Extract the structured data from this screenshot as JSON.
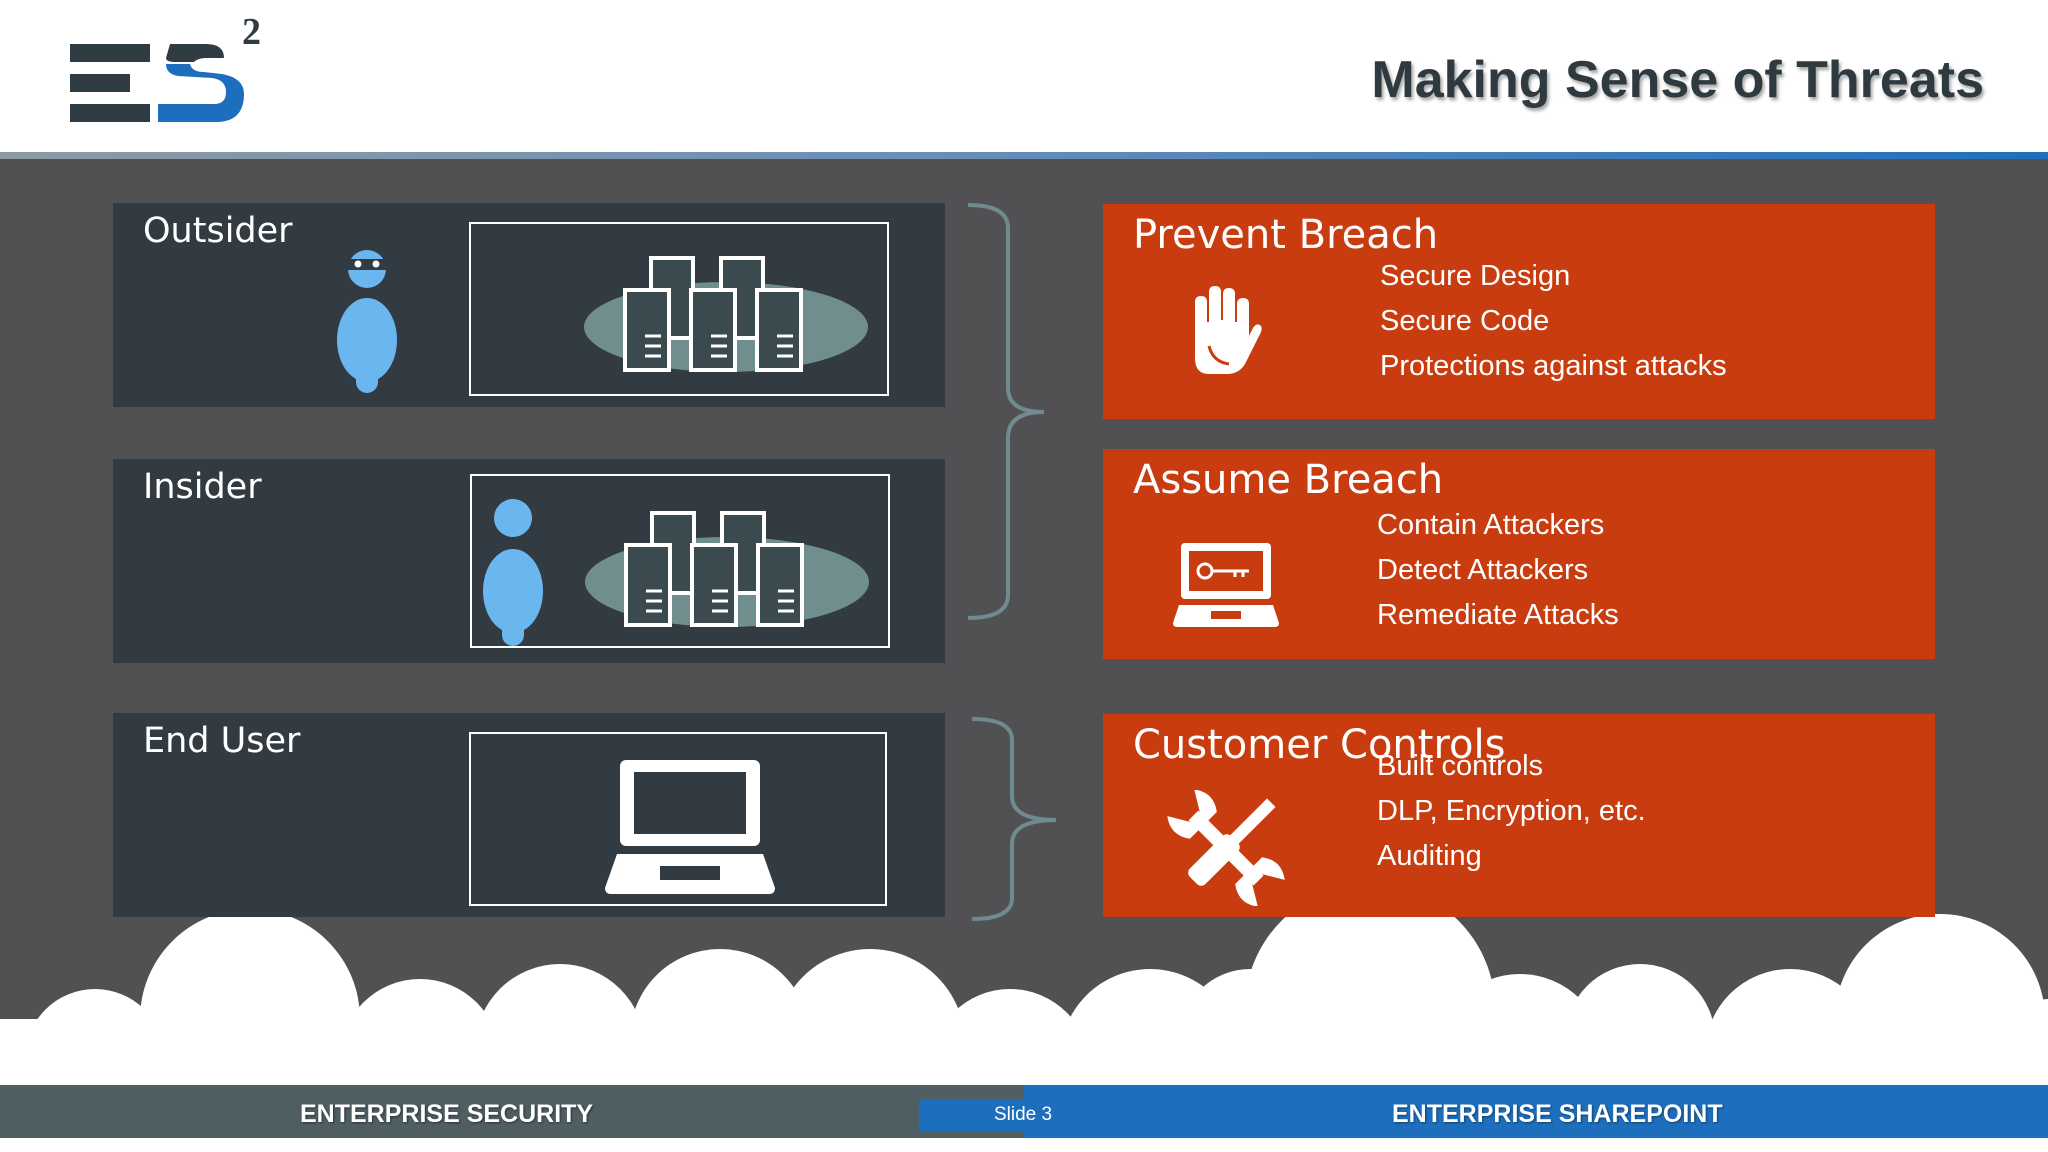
{
  "header": {
    "logo_text": "ES",
    "logo_superscript": "2",
    "title": "Making Sense of Threats"
  },
  "threats": [
    {
      "label": "Outsider",
      "icons": [
        "hooded-attacker-icon",
        "server-cluster-icon"
      ]
    },
    {
      "label": "Insider",
      "icons": [
        "person-icon",
        "server-cluster-icon"
      ]
    },
    {
      "label": "End User",
      "icons": [
        "laptop-icon"
      ]
    }
  ],
  "actions": [
    {
      "title": "Prevent Breach",
      "icon": "hand-stop-icon",
      "items": [
        "Secure Design",
        "Secure Code",
        "Protections against attacks"
      ]
    },
    {
      "title": "Assume Breach",
      "icon": "laptop-key-icon",
      "items": [
        "Contain Attackers",
        "Detect Attackers",
        "Remediate Attacks"
      ]
    },
    {
      "title": "Customer Controls",
      "icon": "tools-icon",
      "items": [
        "Built controls",
        "DLP, Encryption, etc.",
        "Auditing"
      ]
    }
  ],
  "footer": {
    "left_label": "ENTERPRISE SECURITY",
    "slide_number": "Slide 3",
    "right_label": "ENTERPRISE SHAREPOINT"
  },
  "colors": {
    "stage": "#515154",
    "panel": "#323b41",
    "accent_orange": "#c83c0f",
    "person_blue": "#6ab7f0",
    "footer_left": "#4e5e63",
    "footer_right": "#1d6fbe"
  }
}
